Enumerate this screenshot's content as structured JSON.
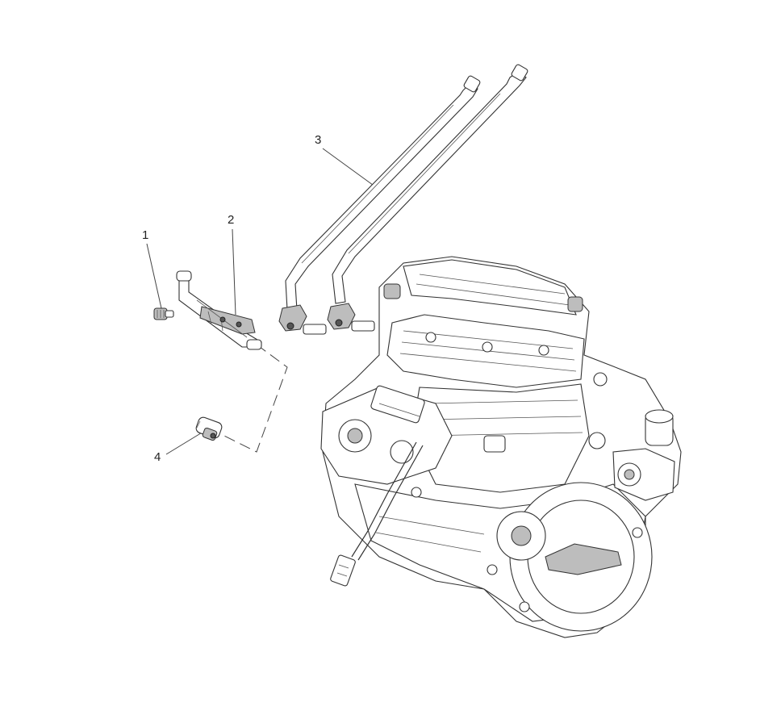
{
  "callouts": [
    {
      "id": "callout-1",
      "label": "1"
    },
    {
      "id": "callout-2",
      "label": "2"
    },
    {
      "id": "callout-3",
      "label": "3"
    },
    {
      "id": "callout-4",
      "label": "4"
    }
  ],
  "colors": {
    "line": "#333333",
    "shade": "#bdbdbd",
    "background": "#ffffff"
  }
}
